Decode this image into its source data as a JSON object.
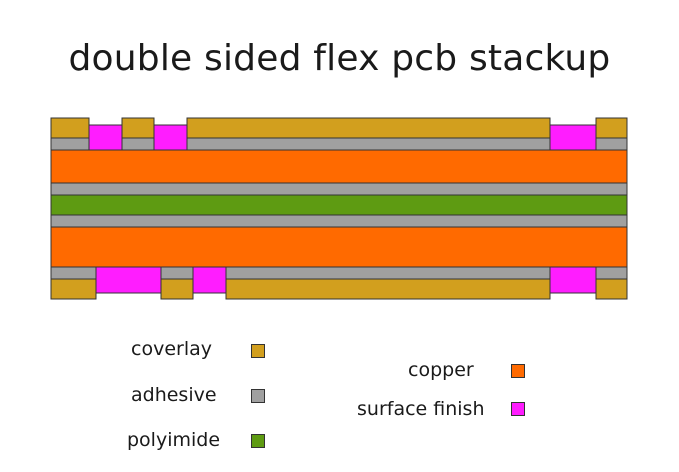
{
  "title": "double sided flex pcb stackup",
  "colors": {
    "coverlay": "#d29f1e",
    "adhesive": "#a0a0a0",
    "polyimide": "#5e9b12",
    "copper": "#ff6a00",
    "surface_finish": "#ff1dff",
    "outline": "#333333"
  },
  "legend": [
    {
      "key": "coverlay",
      "label": "coverlay"
    },
    {
      "key": "adhesive",
      "label": "adhesive"
    },
    {
      "key": "polyimide",
      "label": "polyimide"
    },
    {
      "key": "copper",
      "label": "copper"
    },
    {
      "key": "surface_finish",
      "label": "surface finish"
    }
  ]
}
